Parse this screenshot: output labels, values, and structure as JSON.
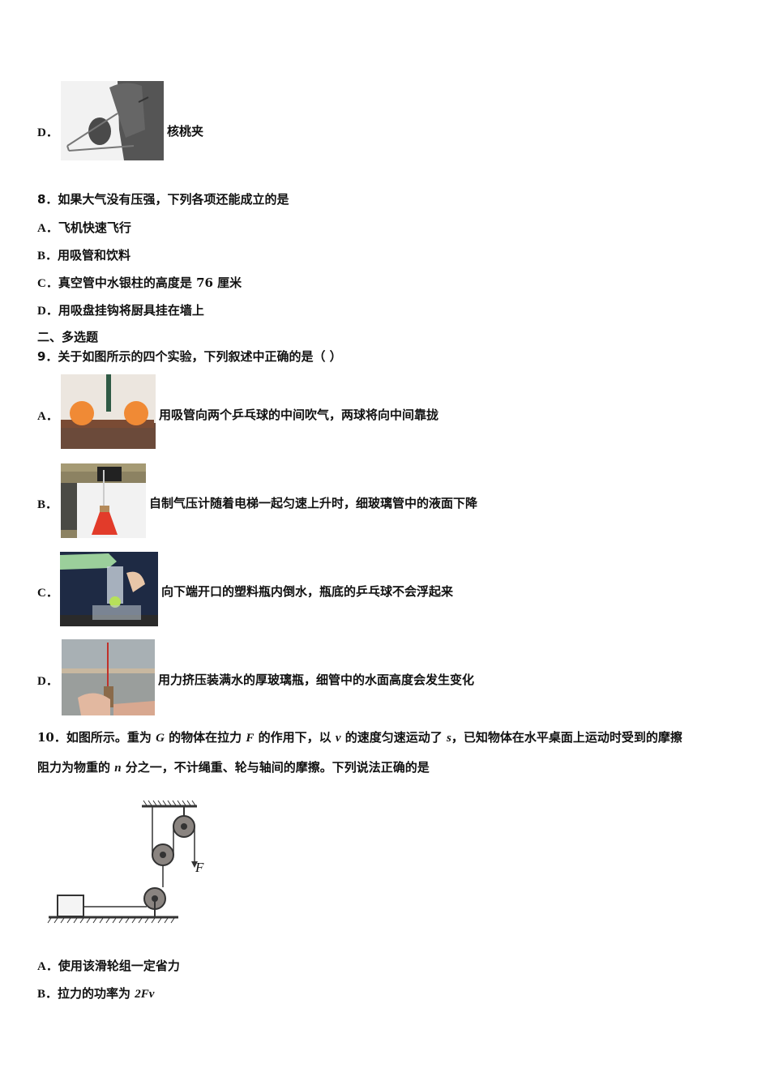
{
  "q7": {
    "option_d": {
      "label": "D．",
      "text": "核桃夹",
      "image": "nutcracker-photo"
    }
  },
  "q8": {
    "stem": "8．如果大气没有压强，下列各项还能成立的是",
    "options": [
      {
        "label": "A．",
        "text": "飞机快速飞行"
      },
      {
        "label": "B．",
        "text": "用吸管和饮料"
      },
      {
        "label": "C．",
        "text": "真空管中水银柱的高度是 76 厘米"
      },
      {
        "label": "D．",
        "text": "用吸盘挂钩将厨具挂在墙上"
      }
    ]
  },
  "section2": {
    "title": "二、多选题"
  },
  "q9": {
    "stem": "9．关于如图所示的四个实验，下列叙述中正确的是（  ）",
    "options": [
      {
        "label": "A．",
        "text": "用吸管向两个乒乓球的中间吹气，两球将向中间靠拢",
        "image": "ping-pong-balls-photo"
      },
      {
        "label": "B．",
        "text": "自制气压计随着电梯一起匀速上升时，细玻璃管中的液面下降",
        "image": "homemade-barometer-photo"
      },
      {
        "label": "C．",
        "text": "向下端开口的塑料瓶内倒水，瓶底的乒乓球不会浮起来",
        "image": "bottle-ping-pong-photo"
      },
      {
        "label": "D．",
        "text": "用力挤压装满水的厚玻璃瓶，细管中的水面高度会发生变化",
        "image": "squeeze-bottle-photo"
      }
    ]
  },
  "q10": {
    "line1_parts": [
      "10．如图所示。重为 ",
      "G",
      " 的物体在拉力 ",
      "F",
      " 的作用下，以 ",
      "v",
      " 的速度匀速运动了 ",
      "s",
      "，已知物体在水平桌面上运动时受到的摩擦"
    ],
    "line2_parts": [
      "阻力为物重的 ",
      "n",
      " 分之一，不计绳重、轮与轴间的摩擦。下列说法正确的是"
    ],
    "figure": {
      "force_label": "F"
    },
    "options": [
      {
        "label": "A．",
        "text": "使用该滑轮组一定省力"
      },
      {
        "label": "B．",
        "text_parts": [
          "拉力的功率为 ",
          "2Fv"
        ]
      }
    ]
  }
}
